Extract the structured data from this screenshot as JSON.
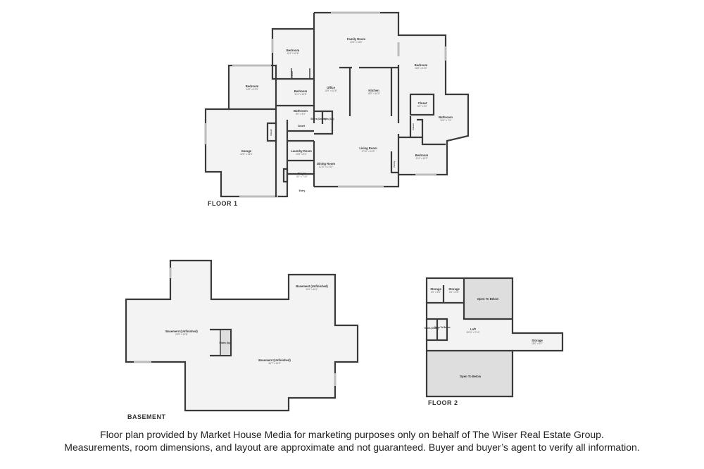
{
  "floors": {
    "floor1": {
      "label": "FLOOR 1",
      "rooms": [
        {
          "name": "Family Room",
          "dim": "22'4\" x 16'6\""
        },
        {
          "name": "Bedroom",
          "dim": "16'6\" x 12'0\""
        },
        {
          "name": "Bedroom",
          "dim": "14'0\" x 13'3\""
        },
        {
          "name": "Bedroom",
          "dim": "11'4\" x 10'8\""
        },
        {
          "name": "Bedroom",
          "dim": "11'4\" x 10'8\""
        },
        {
          "name": "Bedroom",
          "dim": "11'4\" x 10'0\""
        },
        {
          "name": "Bathroom",
          "dim": "10'4\" x 7'4\""
        },
        {
          "name": "Bathroom",
          "dim": "8'0\" x 5'3\""
        },
        {
          "name": "Office",
          "dim": "10'9\" x 10'8\""
        },
        {
          "name": "Kitchen",
          "dim": "18'0\" x 16'4\""
        },
        {
          "name": "Garage",
          "dim": "22'6\" x 24'6\""
        },
        {
          "name": "Laundry Room",
          "dim": "10'8\" x 8'4\""
        },
        {
          "name": "Dining Room",
          "dim": "11'10\" x 13'10\""
        },
        {
          "name": "Living Room",
          "dim": "17'10\" x 14'0\""
        },
        {
          "name": "Foyer",
          "dim": "5'2\" x 7'10\""
        },
        {
          "name": "Closet",
          "dim": "6'0\" x 5'0\""
        },
        {
          "name": "Stairs (Down)",
          "dim": ""
        },
        {
          "name": "Stairs (Up)",
          "dim": ""
        },
        {
          "name": "Closet",
          "dim": ""
        },
        {
          "name": "Pantry",
          "dim": ""
        },
        {
          "name": "Closet",
          "dim": ""
        },
        {
          "name": "Closet",
          "dim": ""
        },
        {
          "name": "Closet",
          "dim": ""
        },
        {
          "name": "Entry",
          "dim": ""
        }
      ]
    },
    "basement": {
      "label": "BASEMENT",
      "rooms": [
        {
          "name": "Basement (Unfinished)",
          "dim": "23'9\" x 13'8\""
        },
        {
          "name": "Basement (Unfinished)",
          "dim": "11'6\" x 46'1\""
        },
        {
          "name": "Basement (Unfinished)",
          "dim": "46'7\" x 14'0\""
        },
        {
          "name": "Stairs (Up)",
          "dim": ""
        }
      ]
    },
    "floor2": {
      "label": "FLOOR 2",
      "rooms": [
        {
          "name": "Storage",
          "dim": "6'0\" x 5'5\""
        },
        {
          "name": "Storage",
          "dim": "6'0\" x 5'5\""
        },
        {
          "name": "Open To Below",
          "dim": ""
        },
        {
          "name": "Stairs (Down)",
          "dim": ""
        },
        {
          "name": "Open To Below",
          "dim": ""
        },
        {
          "name": "Loft",
          "dim": "32'11\" x 7'10\""
        },
        {
          "name": "Storage",
          "dim": "18'0\" x 6'7\""
        },
        {
          "name": "Open To Below",
          "dim": ""
        }
      ]
    }
  },
  "disclaimer": {
    "line1": "Floor plan provided by Market House Media for marketing purposes only on behalf of The Wiser Real Estate Group.",
    "line2": "Measurements, room dimensions, and layout are approximate and not guaranteed. Buyer and buyer’s agent to verify all information."
  }
}
